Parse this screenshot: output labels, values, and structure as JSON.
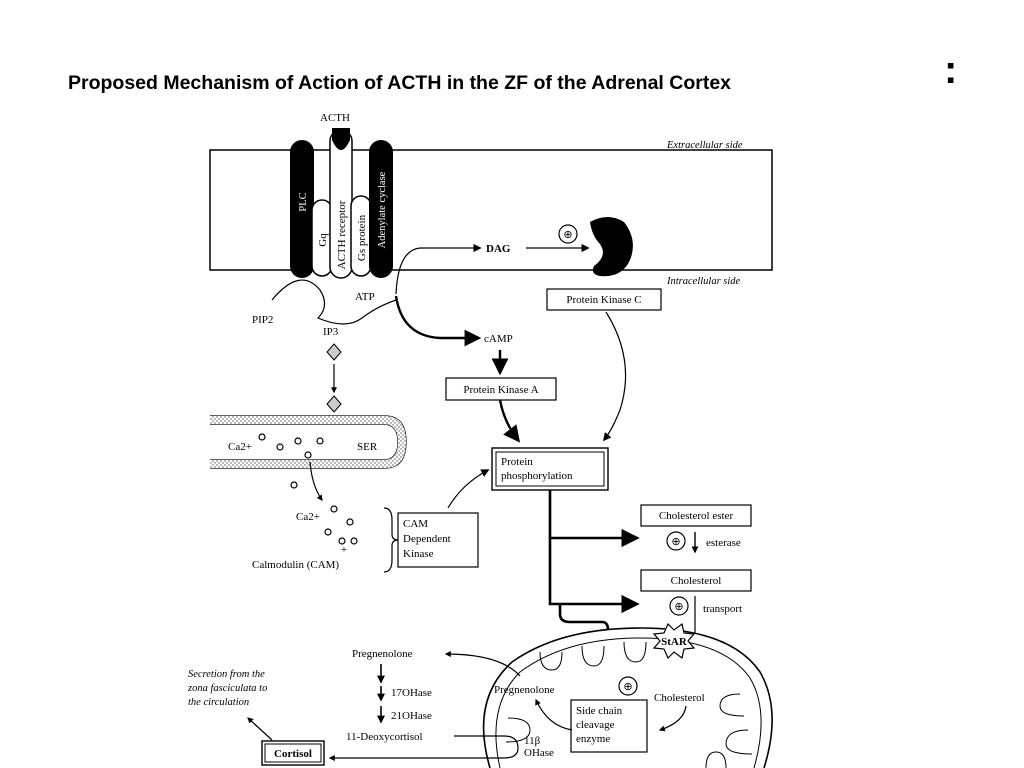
{
  "title": "Proposed Mechanism of Action of ACTH in the ZF of the Adrenal Cortex",
  "title_suffix": ":",
  "diagram": {
    "acth": "ACTH",
    "extracellular_side": "Extracellular side",
    "intracellular_side": "Intracellular side",
    "plc": "PLC",
    "gq": "Gq",
    "acth_receptor": "ACTH receptor",
    "gs_protein": "Gs protein",
    "adenylate_cyclase": "Adenylate cyclase",
    "dag": "DAG",
    "plus_symbol": "⊕",
    "protein_kinase_c": "Protein Kinase C",
    "pip2": "PIP2",
    "ip3": "IP3",
    "atp": "ATP",
    "camp": "cAMP",
    "protein_kinase_a": "Protein Kinase A",
    "ca2": "Ca2+",
    "ser": "SER",
    "protein_phosphorylation_1": "Protein",
    "protein_phosphorylation_2": "phosphorylation",
    "calmodulin": "Calmodulin (CAM)",
    "cam_kinase_1": "CAM",
    "cam_kinase_2": "Dependent",
    "cam_kinase_3": "Kinase",
    "cholesterol_ester": "Cholesterol ester",
    "esterase": "esterase",
    "cholesterol": "Cholesterol",
    "transport": "transport",
    "star": "StAR",
    "pregnenolone": "Pregnenolone",
    "hydroxylase_17": "17OHase",
    "hydroxylase_21": "21OHase",
    "deoxycortisol": "11-Deoxycortisol",
    "hydroxylase_11b_1": "11β",
    "hydroxylase_11b_2": "OHase",
    "cortisol": "Cortisol",
    "secretion_1": "Secretion from the",
    "secretion_2": "zona fasciculata to",
    "secretion_3": "the circulation",
    "side_chain_1": "Side chain",
    "side_chain_2": "cleavage",
    "side_chain_3": "enzyme"
  }
}
